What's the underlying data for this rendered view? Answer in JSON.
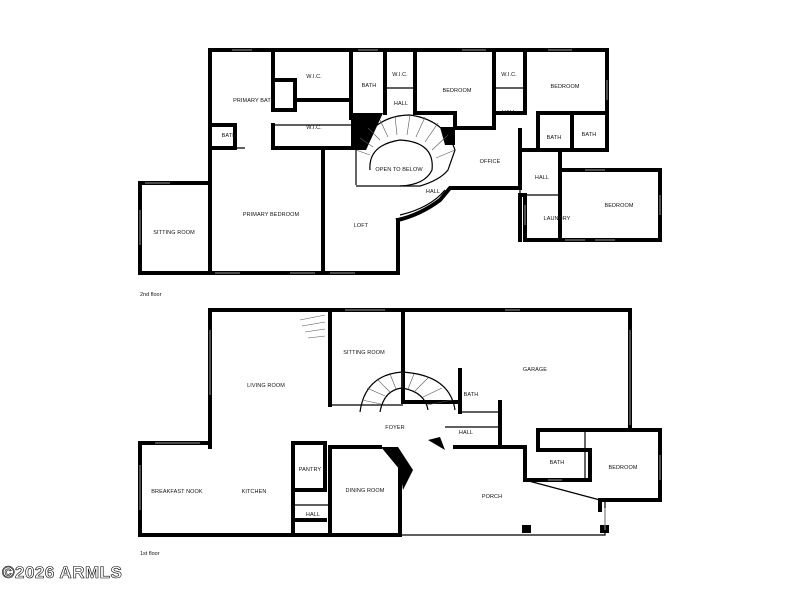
{
  "floors": {
    "second": {
      "caption": "2nd floor",
      "rooms": {
        "primary_bath": "PRIMARY BATH",
        "wic_1": "W.I.C.",
        "wic_2": "W.I.C.",
        "bath_upper_a": "BATH",
        "wic_3": "W.I.C.",
        "hall_1": "HALL",
        "bedroom_1": "BEDROOM",
        "wic_4": "W.I.C.",
        "bedroom_2": "BEDROOM",
        "hall_2": "HALL",
        "bath_upper_b": "BATH",
        "bath_upper_c": "BATH",
        "bath_upper_d": "BATH",
        "open_to_below": "OPEN TO BELOW",
        "office": "OFFICE",
        "hall_3": "HALL",
        "hall_4": "HALL",
        "sitting_room": "SITTING ROOM",
        "primary_bedroom": "PRIMARY BEDROOM",
        "loft": "LOFT",
        "laundry": "LAUNDRY",
        "bedroom_3": "BEDROOM"
      }
    },
    "first": {
      "caption": "1st floor",
      "rooms": {
        "sitting_room": "SITTING ROOM",
        "garage": "GARAGE",
        "living_room": "LIVING ROOM",
        "bath_a": "BATH",
        "foyer": "FOYER",
        "hall_a": "HALL",
        "bath_b": "BATH",
        "bedroom": "BEDROOM",
        "pantry": "PANTRY",
        "breakfast_nook": "BREAKFAST NOOK",
        "kitchen": "KITCHEN",
        "dining_room": "DINING ROOM",
        "porch": "PORCH",
        "hall_b": "HALL"
      }
    }
  },
  "watermark": "©2026 ARMLS"
}
